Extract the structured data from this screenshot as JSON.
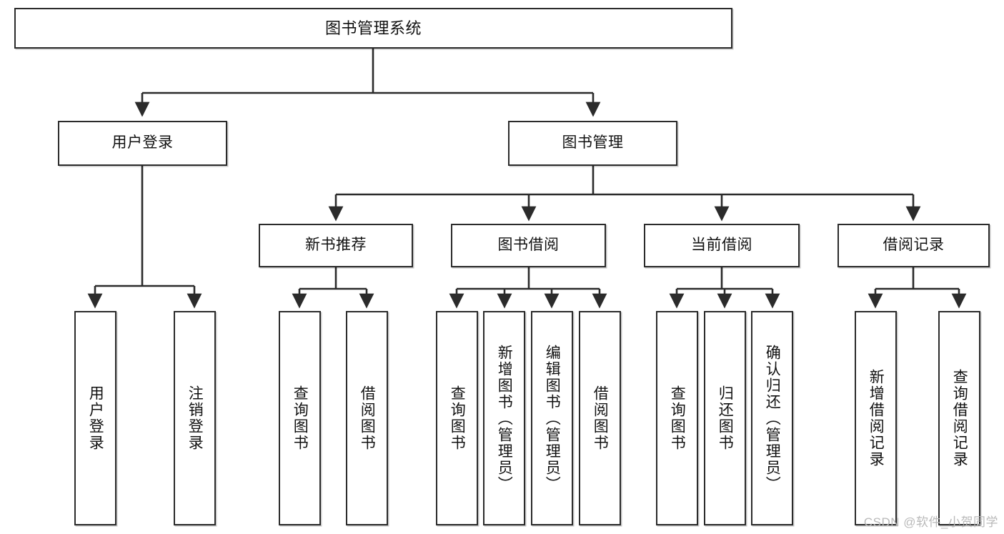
{
  "diagram": {
    "title": "图书管理系统",
    "type": "tree",
    "watermark": "CSDN @软件_小贺同学",
    "stroke_color": "#2b2b2b",
    "fill_color": "#ffffff",
    "text_color": "#111111",
    "nodes": {
      "root": {
        "label": "图书管理系统"
      },
      "level2": [
        {
          "label": "用户登录"
        },
        {
          "label": "图书管理"
        }
      ],
      "level3": [
        {
          "label": "新书推荐"
        },
        {
          "label": "图书借阅"
        },
        {
          "label": "当前借阅"
        },
        {
          "label": "借阅记录"
        }
      ],
      "leaves": {
        "user_login": [
          {
            "label": "用户登录"
          },
          {
            "label": "注销登录"
          }
        ],
        "new_book_recommend": [
          {
            "label": "查询图书"
          },
          {
            "label": "借阅图书"
          }
        ],
        "book_borrow": [
          {
            "label": "查询图书"
          },
          {
            "label": "新增图书（管理员）"
          },
          {
            "label": "编辑图书（管理员）"
          },
          {
            "label": "借阅图书"
          }
        ],
        "current_borrow": [
          {
            "label": "查询图书"
          },
          {
            "label": "归还图书"
          },
          {
            "label": "确认归还（管理员）"
          }
        ],
        "borrow_records": [
          {
            "label": "新增借阅记录"
          },
          {
            "label": "查询借阅记录"
          }
        ]
      }
    }
  }
}
